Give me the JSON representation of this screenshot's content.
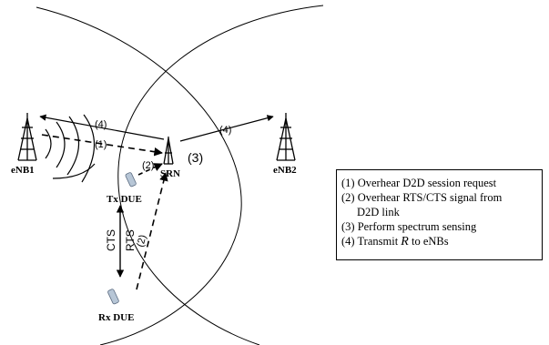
{
  "nodes": {
    "enb1": "eNB1",
    "enb2": "eNB2",
    "srn": "SRN",
    "srn_step": "(3)",
    "tx_due": "Tx DUE",
    "rx_due": "Rx DUE"
  },
  "links": {
    "step1": "(1)",
    "step2a": "(2)",
    "step2b": "(2)",
    "step4a": "(4)",
    "step4b": "(4)",
    "cts": "CTS",
    "rts": "RTS"
  },
  "legend": {
    "item1": "(1) Overhear D2D session request",
    "item2_line1": "(2) Overhear RTS/CTS signal from",
    "item2_line2": "D2D link",
    "item3": "(3) Perform spectrum sensing",
    "item4_prefix": "(4) Transmit",
    "item4_var": "R",
    "item4_suffix": "to eNBs"
  }
}
